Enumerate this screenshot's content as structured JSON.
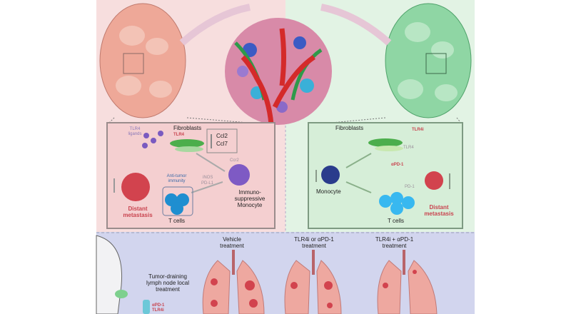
{
  "left_panel": {
    "tlr4_ligands": "TLR4 ligands",
    "fibroblasts": "Fibroblasts",
    "tlr4": "TLR4",
    "ccl2": "Ccl2",
    "ccl7": "Ccl7",
    "ccr2": "Ccr2",
    "anti_tumor_immunity": "Anti-tumor immunity",
    "inos": "iNOS",
    "pdl1": "PD-L1",
    "monocyte": "Immuno- suppressive Monocyte",
    "t_cells": "T cells",
    "distant_metastasis": "Distant metastasis"
  },
  "right_panel": {
    "fibroblasts": "Fibroblasts",
    "tlr4i": "TLR4i",
    "tlr4": "TLR4",
    "apd1": "αPD-1",
    "pd1": "PD-1",
    "monocyte": "Monocyte",
    "t_cells": "T cells",
    "distant_metastasis": "Distant metastasis"
  },
  "bottom": {
    "local_treatment": "Tumor-draining lymph node local treatment",
    "syringe_apd1": "αPD-1",
    "syringe_tlr4i": "TLR4i",
    "groups": [
      "Vehicle treatment",
      "TLR4i or αPD-1 treatment",
      "TLR4i + αPD-1 treatment"
    ]
  },
  "colors": {
    "pink_bg": "#f7dede",
    "green_bg": "#e2f3e4",
    "bottom_bg": "#d2d5ee",
    "metastasis": "#c9444f"
  }
}
